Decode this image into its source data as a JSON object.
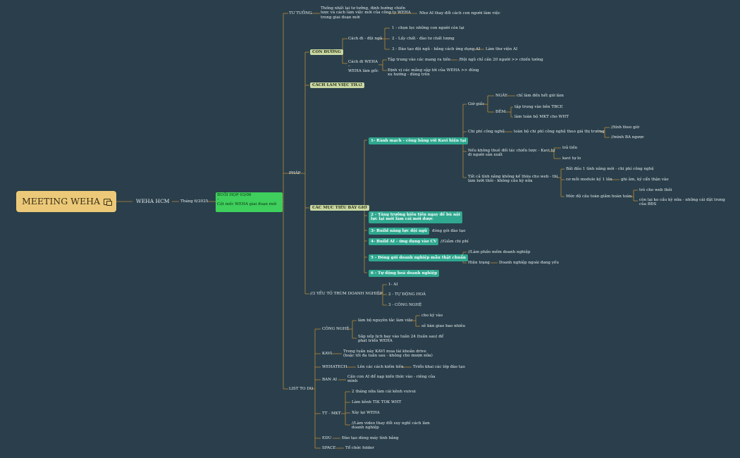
{
  "root": {
    "title": "MEETING WEHA"
  },
  "n": {
    "weha_hcm": "WEHA HCM",
    "thang": "Tháng 6/2025",
    "buoi_hop": "BUỔI HỌP 03/06",
    "dash": "–",
    "cot_moc": "Cột mốc WEHA giai đoạn mới",
    "tu_tuong": "TƯ TƯỞNG",
    "tt_text1": "Thống nhất lại tư tưởng, định hướng chiến",
    "tt_text2": "lược và cách làm việc mới của công ty WEHA",
    "tt_text3": "trong giai đoạn mới",
    "tt_ai": "Như AI thay đổi cách con người làm việc",
    "phap": "PHÁP",
    "con_duong": "CON ĐƯỜNG",
    "cach_di": "Cách đi - đội ngũ",
    "chon_loc": "1 - chọn lọc những con người còn lại",
    "lay_chat": "2 - Lấy chất - đào tư chất lượng",
    "dao_tao": "3 - Đào tạo đội ngũ - bằng cách ứng dụng AI",
    "thu_vien": "Làm thư viện AI",
    "cach_di_weha": "Cách đi WEHA",
    "weha_lam_goc": "WEHA làm gốc",
    "tap_trung": "Tập trung vào các mang ra tiền",
    "doi_ngu_20": "/Đội ngũ chỉ cần 20 người >> chiến tướng",
    "dinh_vi1": "Định vị các mảng sập tới của WEHA >> đúng",
    "dinh_vi2": "xu hướng - đúng trên",
    "cach_lam_viec": "CÁCH LÀM VIỆC THẢI",
    "cac_muc_tieu": "CÁC MỤC TIÊU BÂY GIỜ",
    "mt1": "1- Rành mạch - công bằng với Kavi hiện tại",
    "gio_giac": "Giờ giấc",
    "ngay": "NGÀY",
    "chi_lam_den_het": "chỉ làm đến hết giờ làm",
    "dem": "ĐÊM",
    "tap_trung_tbce": "tập trung vào bên TBCE",
    "lam_toan_bo_mkt": "làm toàn bộ MKT cho WHT",
    "chi_phi_cn": "Chi phí công nghệ",
    "toan_bo_chi_phi": "toàn bộ chi phí công nghệ theo giá thị trường",
    "tinh_theo_gio": "//tính theo giờ",
    "minh_ba_nguoc": "//mình BA ngược",
    "neu_khong1": "Nếu không thuê đối tác chiến lược - Kavi tự",
    "neu_khong2": "đi người sản xuất",
    "tra_tien": "trả tiền",
    "kavi_tu_lo": "kavi tự lo",
    "tat_ca1": "Tất cả tính năng không kế thừa cho web - thì",
    "tat_ca2": "làm lướt thôi - không cầu kỳ nữa",
    "bat_dau": "Bắt đầu 1 tính năng mới - chi phí công nghệ",
    "co_moi_module": "cơ mỗi module ký 1 lần",
    "ghi_am": "ghi âm, ký cẩn thận vào",
    "muc_do": "Mức độ câu toàn giảm hoàn toàn",
    "tro_cho_web": "trò cho web thôi",
    "con_lai1": "còn lại ko cầu kỳ nữa - những cái đặt trưng",
    "con_lai2": "của BĐS",
    "mt2a": "2 - Tăng trưởng kiến tiền ngay để bù nội",
    "mt2b": "lực lại mới làm cái mới được",
    "mt3": "3- Build năng lực đội ngũ",
    "dong_goi_dao_tao": "đóng gói đào tạo",
    "mt4": "4- Build AI - ứng dụng vào CV",
    "giam_chi_phi": "//Giảm chi phí",
    "mt5": "5 - Đóng gói doanh nghiệp mẫu thật chuẩn",
    "lam_phan_mem": "//Làm phần mềm doanh nghiệp",
    "hien_trang": "Hiện trạng",
    "dn_ngoai": "Doanh nghiệp ngoài đang yếu",
    "mt6": "6 - Tự động hoá doanh nghiệp",
    "ba_yeu_to": "//3 YẾU TỐ TRÙM DOANH NGHIỆP",
    "ai": "1- AI",
    "tu_dong_hoa": "2 - TỰ ĐỘNG HOÁ",
    "cong_nghe_cap": "3 - CÔNG NGHỆ",
    "list_to_do": "LIST TO DO",
    "cong_nghe": "CÔNG NGHỆ",
    "lam_bo_nguyen_tac": "làm bộ nguyên tắc làm việc",
    "cho_ky_vao": "cho ký vào",
    "se_ban_giao": "sẽ bàn giao bao nhiêu",
    "sap_xep1": "Sắp xếp lịch bay vào tuần 24 (tuần sau) để",
    "sap_xep2": "phát triển WEHA",
    "kavi": "KAVI",
    "kavi_text1": "Trong tuần này KAVI mua tài khoản drive",
    "kavi_text2": "(hoặc tối đa tuần sau - không cho mượn nữa)",
    "wehatech": "WEHATECH",
    "len_cac_cach": "Lên các cách kiếm tiền",
    "trien_khai": "Triển khai các lớp đào tạo",
    "ban_ai": "BAN AI",
    "can_con_ai1": "Cần con AI để nạp kiến thức vào - riêng của",
    "can_con_ai2": "mình",
    "tt_mkt": "TT - MKT",
    "hai_thang": "2 tháng nữa làm cái kênh vuivui",
    "lam_kenh": "Làm kênh TIK TOK WHT",
    "xay_lai": "Xây lại WEHA",
    "lam_video1": "//Làm video thay đổi suy nghĩ cách làm",
    "lam_video2": "doanh nghiệp",
    "edu": "EDU",
    "dao_tao_may": "Đào tạo dùng máy tính bảng",
    "space": "SPACE",
    "to_chuc": "Tổ chức folder"
  },
  "colors": {
    "background": "#2a3f4b",
    "link": "#b98a3a",
    "root": "#ecc979",
    "green": "#3ecf5c",
    "khaki": "#c9d7a3",
    "teal": "#2fa88f"
  }
}
